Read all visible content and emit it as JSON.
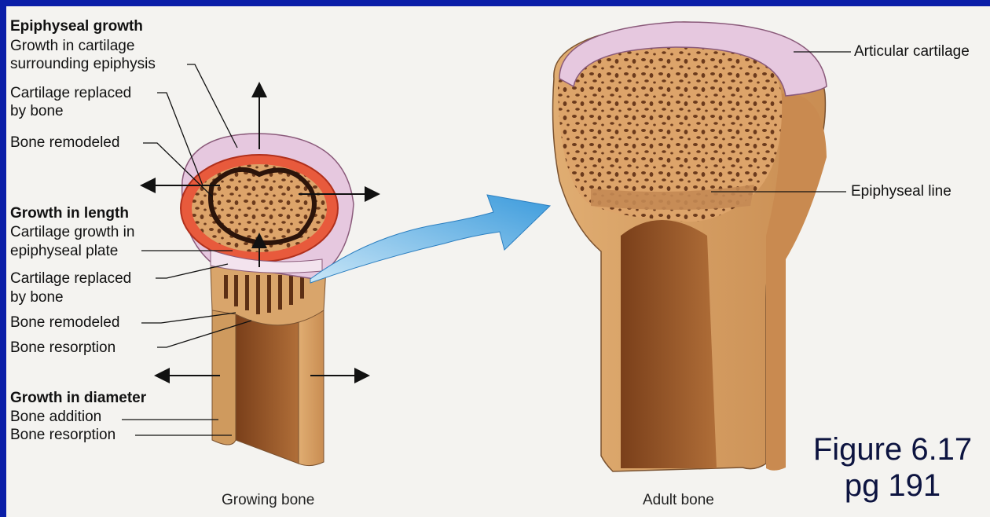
{
  "growing_bone": {
    "epiphyseal_growth": {
      "heading": "Epiphyseal growth",
      "line1": "Growth in cartilage",
      "line2": "surrounding epiphysis",
      "replaced_line1": "Cartilage replaced",
      "replaced_line2": "by bone",
      "remodeled": "Bone remodeled"
    },
    "growth_in_length": {
      "heading": "Growth in length",
      "line1": "Cartilage growth in",
      "line2": "epiphyseal plate",
      "replaced_line1": "Cartilage replaced",
      "replaced_line2": "by bone",
      "remodeled": "Bone remodeled",
      "resorption": "Bone resorption"
    },
    "growth_in_diameter": {
      "heading": "Growth in diameter",
      "addition": "Bone addition",
      "resorption": "Bone resorption"
    },
    "caption": "Growing bone"
  },
  "adult_bone": {
    "articular_cartilage": "Articular cartilage",
    "epiphyseal_line": "Epiphyseal line",
    "caption": "Adult  bone"
  },
  "figure_ref": {
    "line1": "Figure 6.17",
    "line2": "pg 191"
  },
  "colors": {
    "background": "#0a1ea8",
    "bone": "#d9a56b",
    "cartilage": "#e6c8df",
    "marrow": "#a8662e",
    "arrow": "#6fb8e6",
    "figure_text": "#0d1440"
  }
}
